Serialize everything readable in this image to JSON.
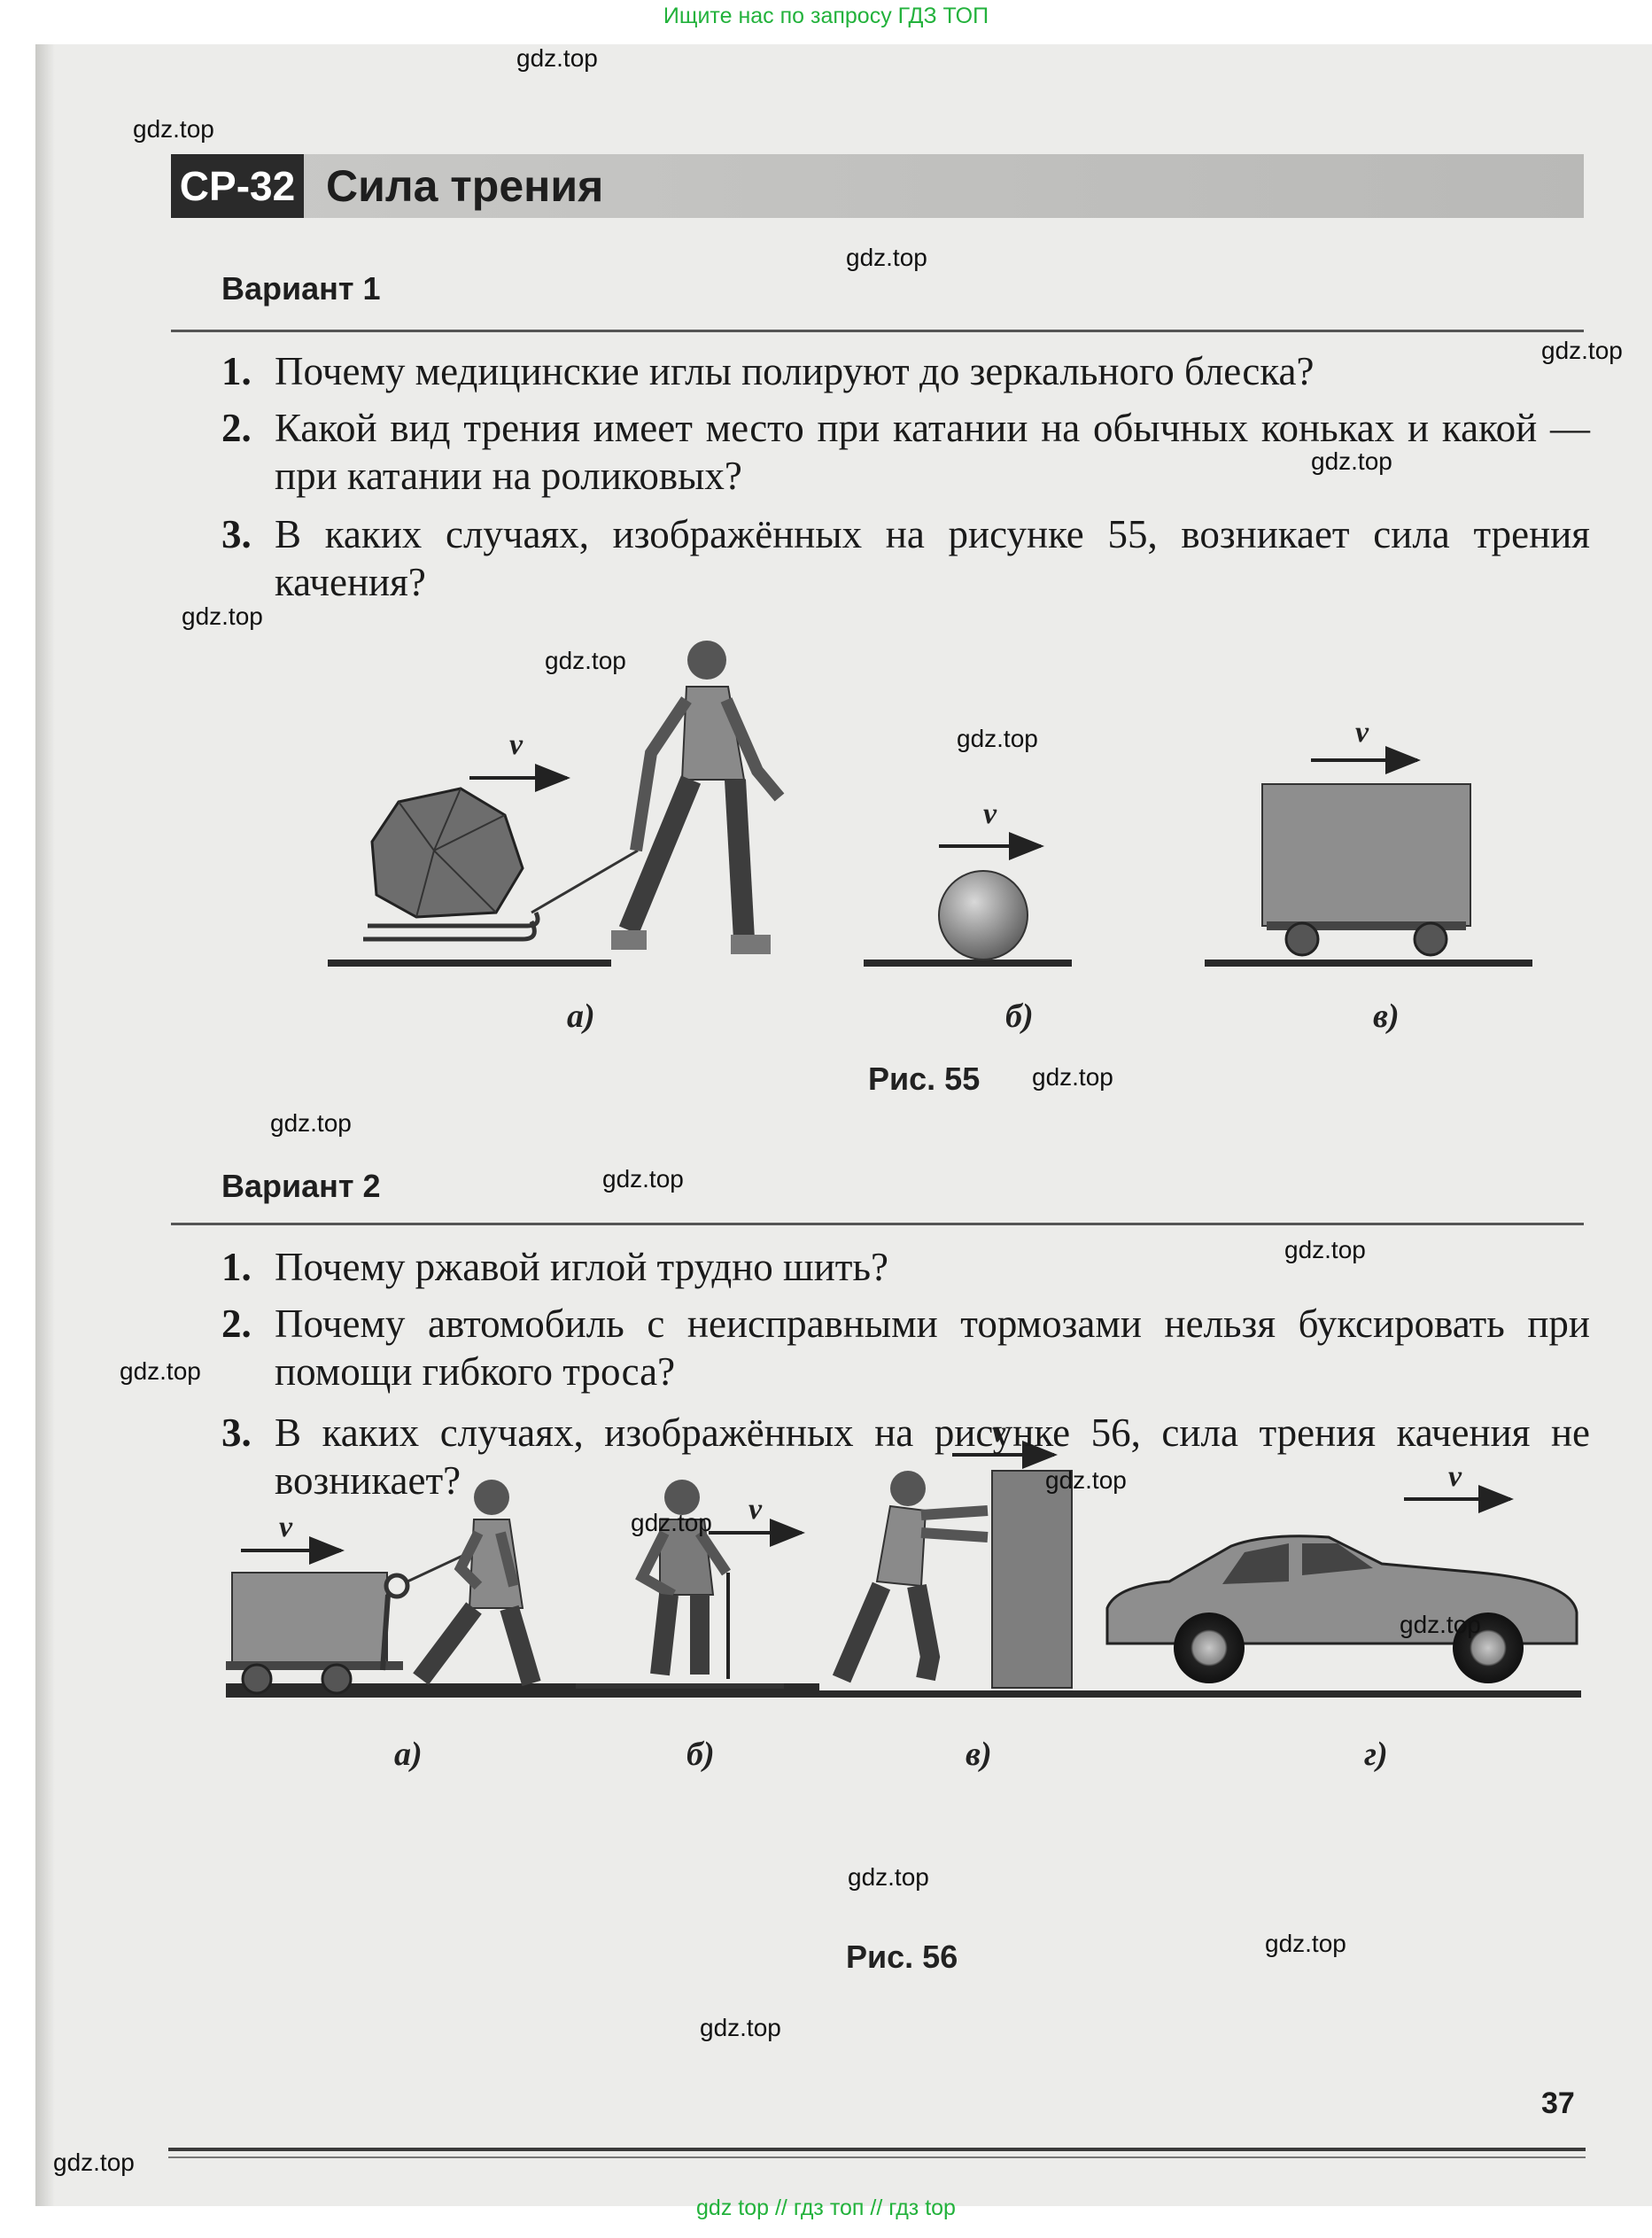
{
  "top_link": "Ищите нас по запросу ГДЗ ТОП",
  "bottom_link": "gdz top  //  гдз топ  //  гдз top",
  "watermark": "gdz.top",
  "header": {
    "code": "СР-32",
    "title": "Сила трения"
  },
  "variant1": {
    "label": "Вариант 1",
    "questions": [
      {
        "num": "1.",
        "text": "Почему медицинские иглы полируют до зеркального блеска?"
      },
      {
        "num": "2.",
        "text": "Какой вид трения имеет место при катании на обычных коньках и какой — при катании на роликовых?"
      },
      {
        "num": "3.",
        "text": "В каких случаях, изображённых на рисунке 55, возникает сила трения качения?"
      }
    ]
  },
  "fig55": {
    "caption": "Рис. 55",
    "labels": [
      "а)",
      "б)",
      "в)"
    ],
    "velocity": "v"
  },
  "variant2": {
    "label": "Вариант 2",
    "questions": [
      {
        "num": "1.",
        "text": "Почему ржавой иглой трудно шить?"
      },
      {
        "num": "2.",
        "text": "Почему автомобиль с неисправными тормозами нельзя буксировать при помощи гибкого троса?"
      },
      {
        "num": "3.",
        "text": "В каких случаях, изображённых на рисунке 56, сила трения качения не возникает?"
      }
    ]
  },
  "fig56": {
    "caption": "Рис. 56",
    "labels": [
      "а)",
      "б)",
      "в)",
      "г)"
    ],
    "velocity": "v"
  },
  "page_number": "37",
  "colors": {
    "link_green": "#23b23c",
    "title_dark": "#2a2a2a",
    "page_bg": "#ececea"
  }
}
